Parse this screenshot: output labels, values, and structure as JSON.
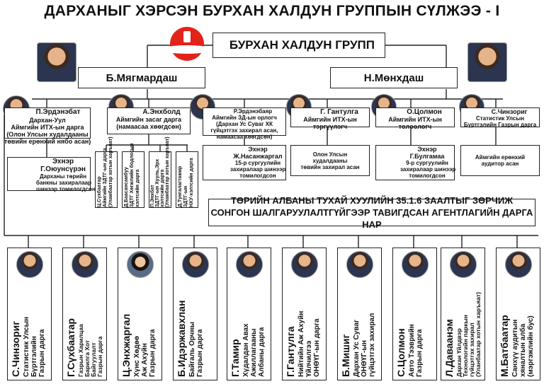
{
  "title": "ДАРХАНЫГ ХЭРСЭН БУРХАН ХАЛДУН ГРУППЫН СҮЛЖЭЭ - I",
  "group": "БУРХАН ХАЛДУН ГРУПП",
  "leaders": [
    "Б.Мягмардаш",
    "Н.Мөнхдаш"
  ],
  "officials": [
    {
      "name": "П.Эрдэнэбат",
      "text": "Дархан-Уул\nАймгийн ИТХ-ын дарга\n(Олон Улсын худалдааны\nтөвийн ерөнхий нябо асан)"
    },
    {
      "name": "А.Энхболд",
      "text": "Аймгийн засаг дарга\n(намаасаа хөөгдсөн)"
    },
    {
      "name": "Р.Эрдэнэбаяр",
      "text": "Аймгийн ЗД-ын орлогч\n(Дархан Ус Суваг ХК\nгүйцэтгэх захирал асан,\nнамаасаа хөөгдсөн)"
    },
    {
      "name": "Г. Гантулга",
      "text": "Аймгийн ИТХ-ын\nтэргүүлэгч"
    },
    {
      "name": "О.Цолмон",
      "text": "Аймгийн ИТХ-ын\nтөлөөлөгч"
    },
    {
      "name": "С.Чинзориг",
      "text": "Статистик Улсын\nБүртгэлийн Газрын дарга"
    }
  ],
  "spouses": [
    {
      "name": "Эхнэр\nГ.Оюунсүрэн",
      "text": "Дарханы төрийн\nбанкны захиралаар\nшинээр томилогдсон"
    },
    {
      "name": "Эхнэр\nЖ.Насанжаргал",
      "text": "15-р сургуулийн\nзахиралаар шинээр\nтомилогдсон"
    },
    {
      "name": "",
      "text": "Олон Улсын\nхудалдааны\nтөвийн захирал асан"
    },
    {
      "name": "Эхнэр\nГ.Булгамаа",
      "text": "9-р сургуулийн\nзахиралаар шинээр\nтомилогдсон"
    },
    {
      "name": "",
      "text": "Аймгийн ерөнхий\nаудитор асан"
    }
  ],
  "subordinates": [
    "Ц.Сүхбаатар\nАймгийн ЗДТГ-ын дарга\n(Уламбаатар хотын харъяат)",
    "Д.Баасансамбуу\nЗДТГ Хөгжлийн бодлогын\nхэлтсийн дарга",
    "П.Энхбат\nЗДТГ-ын Хууль,Эрх\nхэлтсийн дарга\n(Уламбаатар хотын харъяат)",
    "Д.Тунгалагтамир\nЗДТГ-ын\nНХУ-хэлтсийн дарга"
  ],
  "agency_title": [
    "ТӨРИЙН АЛБАНЫ ТУХАЙ ХУУЛИЙН 35.1.6 ЗААЛТЫГ ЗӨРЧИЖ",
    "СОНГОН ШАЛГАРУУЛАЛТГҮЙГЭЭР ТАВИГДСАН АГЕНТЛАГИЙН ДАРГА НАР"
  ],
  "agencies": [
    {
      "name": "С.Чинзориг",
      "text": "Статистик Улсын\nБүртгэлийн\nГазрын дарга"
    },
    {
      "name": "Г.Сүхбаатар",
      "text": "Газрын Харилцаа\nБарилга Хот\nБайгуулалт\nГазрын дарга"
    },
    {
      "name": "Ц.Энхжаргал",
      "text": "Хүнс Хөдөө\nАж Ахуйн\nГазрын дарга"
    },
    {
      "name": "Б.Идэржавхлан",
      "text": "Байгаль Орчны\nГазрын дарга"
    },
    {
      "name": "Г.Тамир",
      "text": "Хүдалдан Авах\nАжиллагааны\nАлбаны дарга"
    },
    {
      "name": "Г.Гантулга",
      "text": "Нийтийн Аж Ахуйн\nҮйлчилгээ\nОНӨҮГ-ын дарга"
    },
    {
      "name": "Б.Мишиг",
      "text": "Дархан Ус Суваг\nОНӨҮГ-ын\nгүйцэтгэх захирал"
    },
    {
      "name": "С.Цолмон",
      "text": "Авто Тээврийн\nГазрын дарга"
    },
    {
      "name": "Л.Даваанэм",
      "text": "Дархан Үйлдвэр\nТехнологийн паркын\nгүйцэтгэх захирал\n(Уланбаатар хотын харъяат)"
    },
    {
      "name": "М.Батбаатар",
      "text": "Санхүү аудитын\nхяналтын алба\n(мэргэжлийн бус)"
    }
  ],
  "colors": {
    "logo": "#e2231a",
    "line": "#222222"
  }
}
